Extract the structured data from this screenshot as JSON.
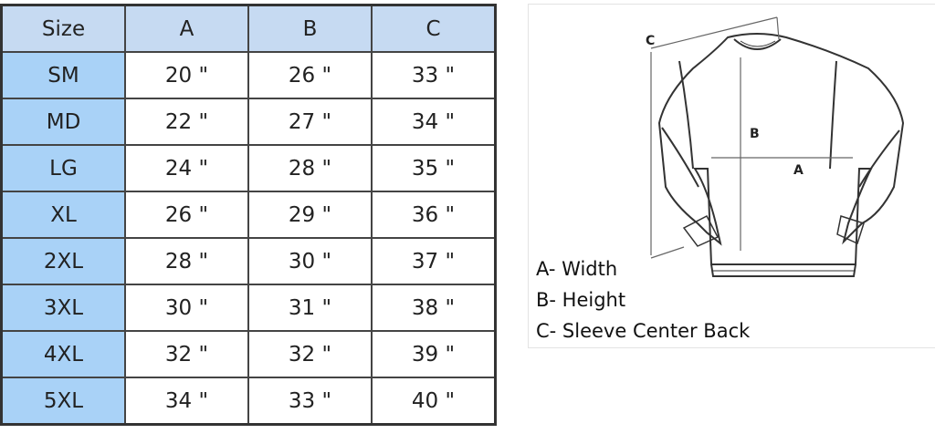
{
  "table": {
    "headers": [
      "Size",
      "A",
      "B",
      "C"
    ],
    "rows": [
      [
        "SM",
        "20 \"",
        "26 \"",
        "33 \""
      ],
      [
        "MD",
        "22 \"",
        "27 \"",
        "34 \""
      ],
      [
        "LG",
        "24 \"",
        "28 \"",
        "35 \""
      ],
      [
        "XL",
        "26 \"",
        "29 \"",
        "36 \""
      ],
      [
        "2XL",
        "28 \"",
        "30 \"",
        "37 \""
      ],
      [
        "3XL",
        "30 \"",
        "31 \"",
        "38 \""
      ],
      [
        "4XL",
        "32 \"",
        "32 \"",
        "39 \""
      ],
      [
        "5XL",
        "34 \"",
        "33 \"",
        "40 \""
      ]
    ]
  },
  "diagram": {
    "labels": {
      "a": "A",
      "b": "B",
      "c": "C"
    },
    "legend": [
      "A- Width",
      "B- Height",
      "C- Sleeve Center Back"
    ]
  },
  "colors": {
    "header_bg": "#c6daf2",
    "size_col_bg": "#a9d2f7"
  }
}
